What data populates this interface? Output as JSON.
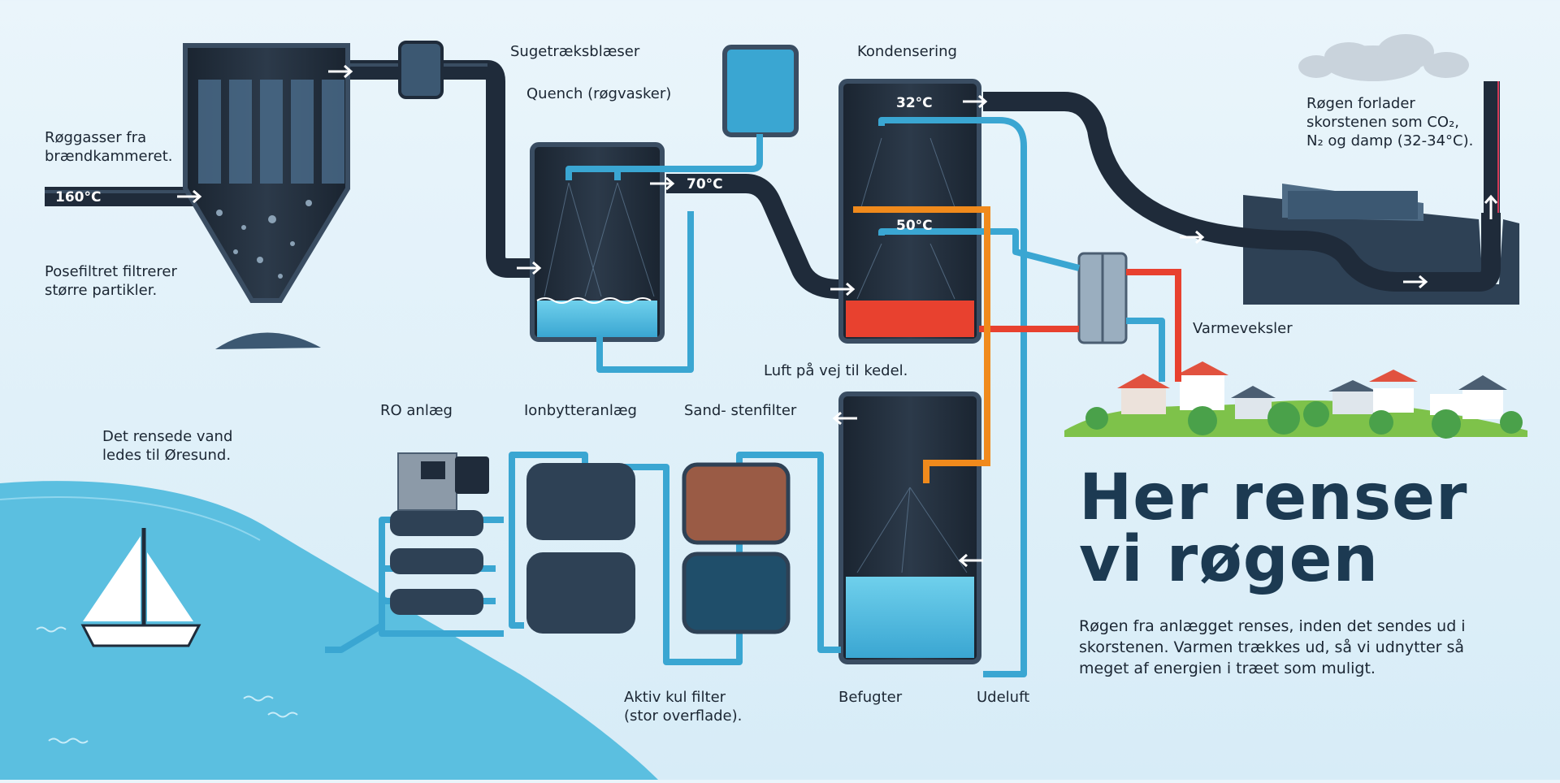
{
  "title": "Her renser\nvi røgen",
  "description": "Røgen fra anlægget renses, inden det sendes ud i skorstenen. Varmen trækkes ud, så vi udnytter så meget af energien i træet som muligt.",
  "temperatures": {
    "inlet": "160°C",
    "quench": "70°C",
    "condense_top": "32°C",
    "condense_mid": "50°C"
  },
  "labels": {
    "flue_gas": "Røggasser fra\nbrændkammeret.",
    "bag_filter": "Posefiltret filtrerer\nstørre partikler.",
    "fan": "Sugetræksblæser",
    "quench": "Quench (røgvasker)",
    "condensation": "Kondensering",
    "chimney": "Røgen forlader\nskorstenen som CO₂,\nN₂ og damp (32-34°C).",
    "heat_exchanger": "Varmeveksler",
    "air_to_boiler": "Luft på vej til kedel.",
    "ro_plant": "RO anlæg",
    "ion_exchanger": "Ionbytteranlæg",
    "sand_filter": "Sand- stenfilter",
    "carbon_filter": "Aktiv kul filter\n(stor overflade).",
    "humidifier": "Befugter",
    "exhaust_air": "Udeluft",
    "clean_water": "Det rensede vand\nledes til Øresund."
  },
  "colors": {
    "pipe_dark": "#1f2b3a",
    "pipe_water": "#3aa6d2",
    "hot": "#e8412f",
    "warm": "#f08a1c",
    "sea": "#5bbfe0",
    "title": "#1c3a52"
  },
  "icons": [
    "sailboat-icon",
    "house-icon",
    "tree-icon",
    "cloud-icon",
    "arrow-right-icon"
  ]
}
